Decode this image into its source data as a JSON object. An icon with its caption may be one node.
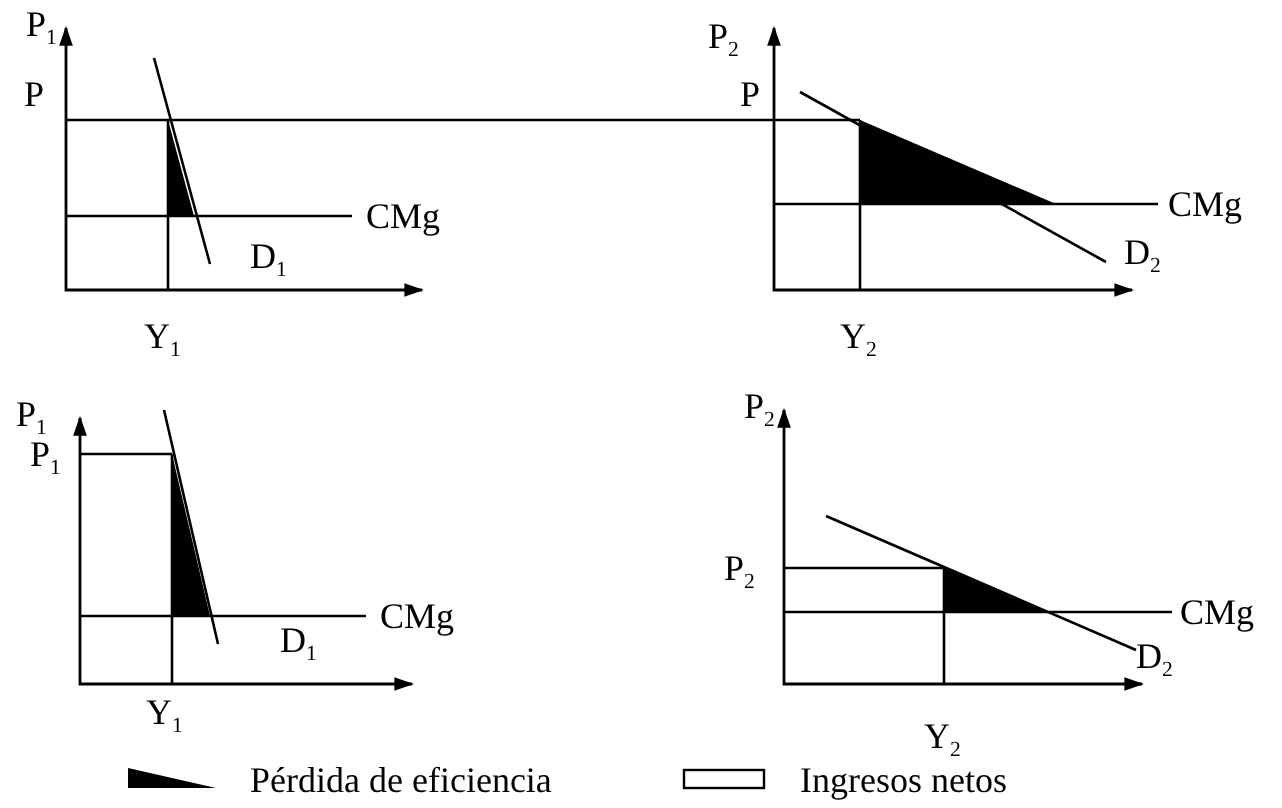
{
  "diagram": {
    "labels": [
      "P$_{1}$",
      "P$_{2}$",
      "P",
      "P",
      "CMg",
      "CMg",
      "D$_{1}$",
      "D$_{2}$",
      "Y$_{1}$",
      "Y$_{2}$",
      "P$_{1}$",
      "P$_{2}$",
      "P$_{1}$",
      "P$_{2}$",
      "CMg",
      "CMg",
      "D$_{1}$",
      "D$_{2}$",
      "Y$_{1}$",
      "Y$_{2}$"
    ],
    "legend": [
      {
        "text": "Pérdida de eficiencia"
      },
      {
        "text": "Ingresos netos"
      }
    ]
  }
}
